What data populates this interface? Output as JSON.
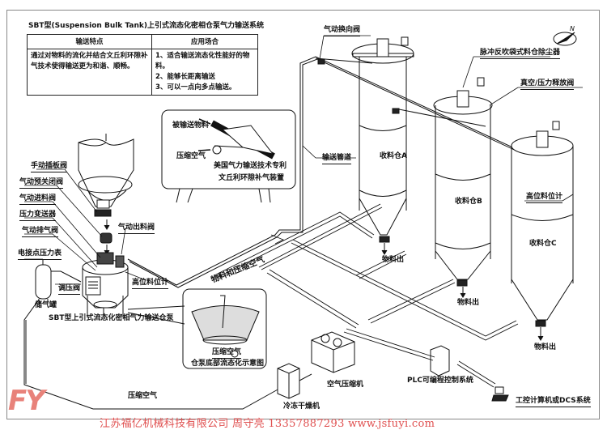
{
  "diagram": {
    "title": "SBT型(Suspension Bulk Tank)上引式流态化密相仓泵气力输送系统",
    "info_table": {
      "headers": [
        "输送特点",
        "应用场合"
      ],
      "features": [
        "通过对物料的流化并结合文丘利环隙补",
        "气技术使得输送更为和谐、顺畅。"
      ],
      "applications": [
        "1、适合输送流态化性能好的物料。",
        "2、能够长距离输送",
        "3、可以一点向多点输送。"
      ]
    },
    "labels": {
      "manual_gate_valve": "手动插板阀",
      "pneumatic_pre_shutoff_valve": "气动预关闭阀",
      "pneumatic_feed_valve": "气动进料阀",
      "pressure_transmitter": "压力变送器",
      "pneumatic_vent_valve": "气动排气阀",
      "contact_pressure_gauge": "电接点压力表",
      "pressure_regulator": "调压阀",
      "air_tank": "储气罐",
      "pneumatic_discharge_valve": "气动出料阀",
      "high_level_gauge_pump": "高位料位计",
      "pump_caption": "SBT型上引式流态化密相气力输送仓泵",
      "conveyed_material": "被输送物料",
      "compressed_air_venturi": "压缩空气",
      "venturi_caption_1": "美国气力输送技术专利",
      "venturi_caption_2": "文丘利环隙补气装置",
      "conveying_pipe": "输送管道",
      "material_and_air": "物料和压缩空气",
      "pneumatic_diverter_valve": "气动换向阀",
      "pulse_dust_collector": "脉冲反吹袋式料仓除尘器",
      "vacuum_relief_valve": "真空/压力释放阀",
      "bin_a": "收料仓A",
      "bin_b": "收料仓B",
      "bin_c": "收料仓C",
      "high_level_gauge_bin": "高位料位计",
      "material_out_a": "物料出",
      "material_out_b": "物料出",
      "material_out_c": "物料出",
      "compressed_air_fluid": "压缩空气",
      "fluid_caption": "仓泵底部流态化示意图",
      "air_compressor": "空气压缩机",
      "freeze_dryer": "冷冻干燥机",
      "compressed_air_line": "压缩空气",
      "plc_system": "PLC可编程控制系统",
      "ipc_dcs": "工控计算机或DCS系统"
    },
    "compass": {
      "label": "N",
      "icon": "compass-north-icon"
    }
  },
  "branding": {
    "logo": "FY",
    "logo_color": "#e8827a",
    "footer": "江苏福亿机械科技有限公司 周守亮 13357887293 www.jsfuyi.com",
    "footer_color": "#e05050"
  }
}
